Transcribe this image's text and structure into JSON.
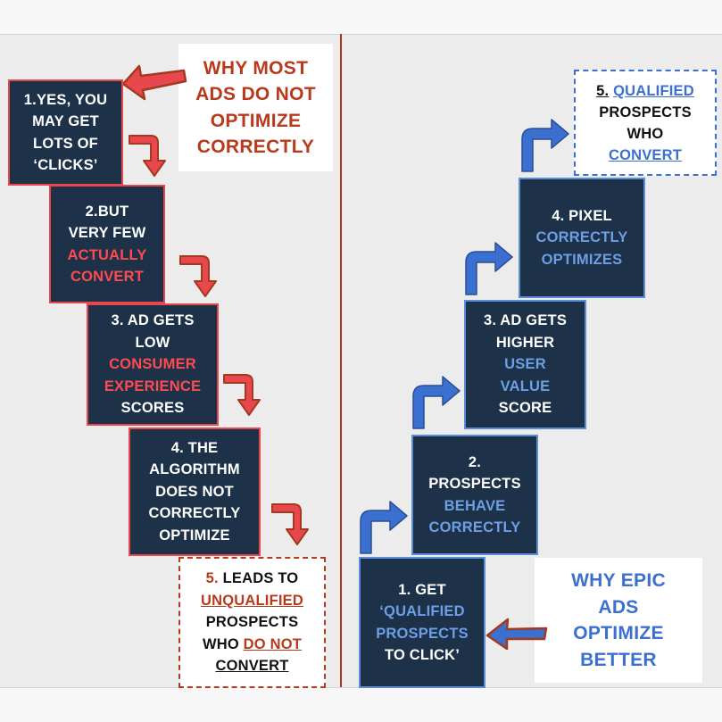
{
  "left": {
    "callout": [
      "WHY MOST",
      "ADS DO NOT",
      "OPTIMIZE",
      "CORRECTLY"
    ],
    "steps": [
      {
        "lines": [
          "1.YES, YOU",
          "MAY GET",
          "LOTS OF",
          "‘CLICKS’"
        ]
      },
      {
        "lines": [
          "2.BUT",
          "VERY FEW"
        ],
        "highlight": [
          "ACTUALLY",
          "CONVERT"
        ]
      },
      {
        "lines": [
          "3. AD GETS",
          "LOW"
        ],
        "highlight": [
          "CONSUMER",
          "EXPERIENCE"
        ],
        "tail": [
          "SCORES"
        ]
      },
      {
        "lines": [
          "4. THE",
          "ALGORITHM",
          "DOES NOT",
          "CORRECTLY",
          "OPTIMIZE"
        ]
      }
    ],
    "result": {
      "num": "5.",
      "text1": " LEADS TO",
      "text2": "UNQUALIFIED",
      "text3": "PROSPECTS",
      "text4a": "WHO ",
      "text4b": "DO NOT",
      "text5": "CONVERT"
    }
  },
  "right": {
    "callout": [
      "WHY EPIC",
      "ADS",
      "OPTIMIZE",
      "BETTER"
    ],
    "steps": [
      {
        "lines": [
          "1. GET"
        ],
        "highlight": [
          "‘QUALIFIED",
          "PROSPECTS"
        ],
        "tail": [
          "TO CLICK’"
        ]
      },
      {
        "lines": [
          "2.",
          "PROSPECTS"
        ],
        "highlight": [
          "BEHAVE",
          "CORRECTLY"
        ]
      },
      {
        "lines": [
          "3. AD GETS",
          "HIGHER"
        ],
        "highlight": [
          "USER",
          "VALUE"
        ],
        "tail": [
          "SCORE"
        ]
      },
      {
        "lines": [
          "4. PIXEL"
        ],
        "highlight": [
          "CORRECTLY",
          "OPTIMIZES"
        ]
      }
    ],
    "result": {
      "num": "5.",
      "text1": "QUALIFIED",
      "text2": "PROSPECTS",
      "text3": "WHO",
      "text4": "CONVERT"
    }
  },
  "colors": {
    "box_fill": "#1d3148",
    "red_accent": "#e8474e",
    "blue_accent": "#5b8ed6",
    "divider": "#a3391e"
  }
}
